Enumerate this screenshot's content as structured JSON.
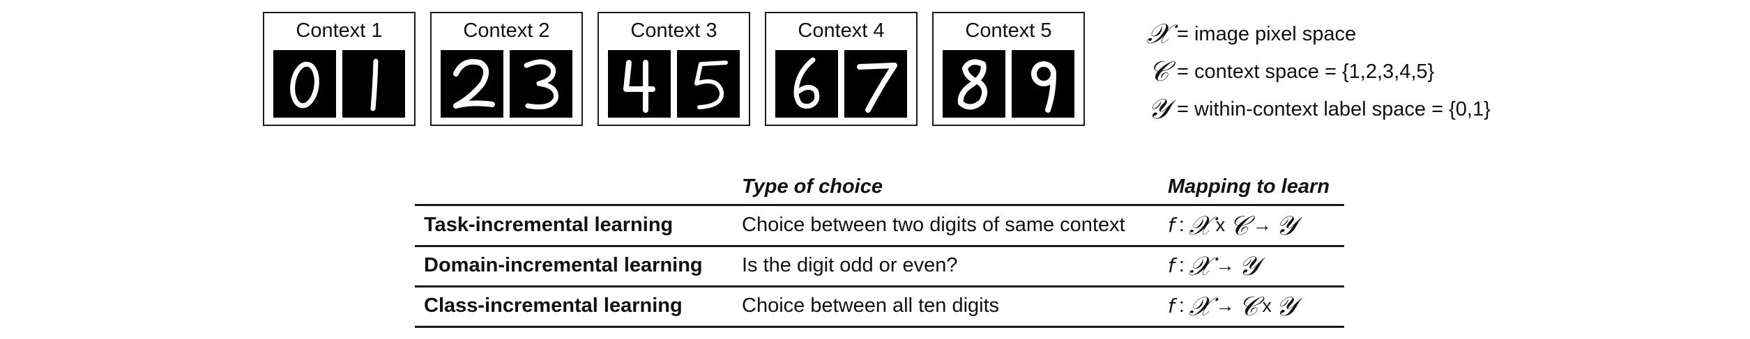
{
  "contexts": [
    {
      "title": "Context 1",
      "digits": [
        "0",
        "1"
      ]
    },
    {
      "title": "Context 2",
      "digits": [
        "2",
        "3"
      ]
    },
    {
      "title": "Context 3",
      "digits": [
        "4",
        "5"
      ]
    },
    {
      "title": "Context 4",
      "digits": [
        "6",
        "7"
      ]
    },
    {
      "title": "Context 5",
      "digits": [
        "8",
        "9"
      ]
    }
  ],
  "legend": [
    {
      "symbol": "𝒳",
      "text": "= image pixel space"
    },
    {
      "symbol": "𝒞",
      "text": "= context space = {1,2,3,4,5}"
    },
    {
      "symbol": "𝒴",
      "text": "= within-context label space = {0,1}"
    }
  ],
  "table": {
    "headers": [
      "",
      "Type of choice",
      "Mapping to learn"
    ],
    "rows": [
      {
        "scenario": "Task-incremental learning",
        "choice": "Choice between two digits of same context",
        "mapping": [
          "f",
          ":",
          "𝒳",
          "x",
          "𝒞",
          "→",
          "𝒴"
        ]
      },
      {
        "scenario": "Domain-incremental learning",
        "choice": "Is the digit odd or even?",
        "mapping": [
          "f",
          ":",
          "𝒳",
          "→",
          "𝒴"
        ]
      },
      {
        "scenario": "Class-incremental learning",
        "choice": "Choice between all ten digits",
        "mapping": [
          "f",
          ":",
          "𝒳",
          "→",
          "𝒞",
          "x",
          "𝒴"
        ]
      }
    ]
  }
}
